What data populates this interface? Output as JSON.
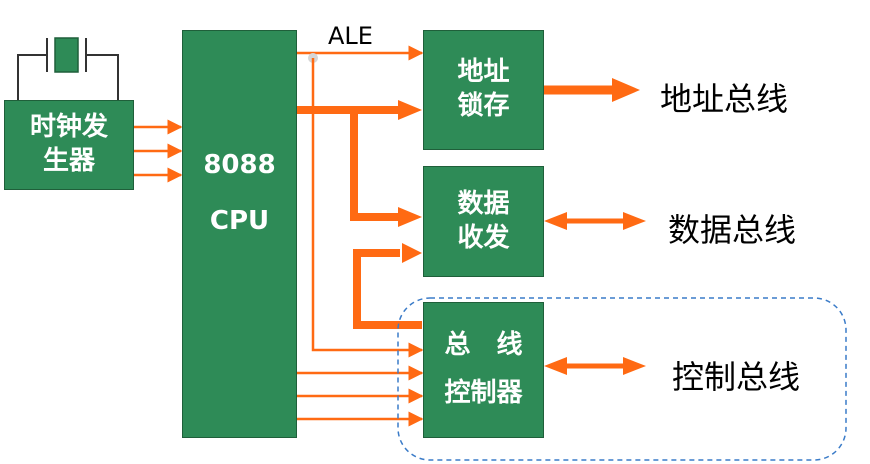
{
  "clock": {
    "line1": "时钟发",
    "line2": "生器"
  },
  "cpu": {
    "line1": "8088",
    "line2": "CPU"
  },
  "latch": {
    "line1": "地址",
    "line2": "锁存"
  },
  "transceiver": {
    "line1": "数据",
    "line2": "收发"
  },
  "controller": {
    "line1": "总　线",
    "line2": "控制器"
  },
  "ale_label": "ALE",
  "buses": {
    "address": "地址总线",
    "data": "数据总线",
    "control": "控制总线"
  },
  "colors": {
    "block": "#2e8b57",
    "arrow": "#ff6a13",
    "dashed": "#3a7bc8"
  }
}
